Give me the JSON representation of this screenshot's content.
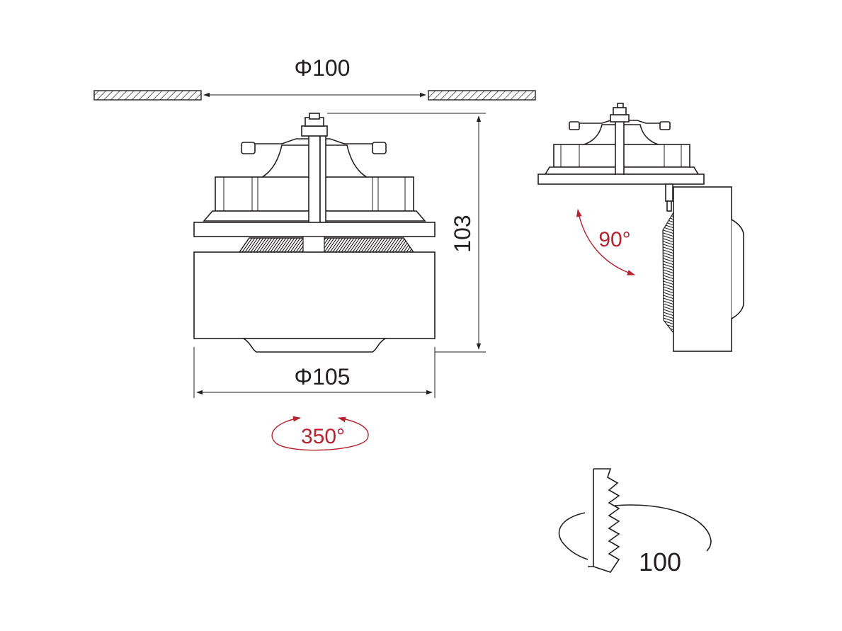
{
  "labels": {
    "cutout_diameter": "Φ100",
    "outer_diameter": "Φ105",
    "height": "103",
    "tilt_angle": "90°",
    "rotation_angle": "350°",
    "cut_hole": "100"
  },
  "colors": {
    "line": "#231f20",
    "accent": "#b5242f",
    "background": "#ffffff"
  },
  "icons": {
    "cut_hole": "saw-cutout-icon"
  }
}
